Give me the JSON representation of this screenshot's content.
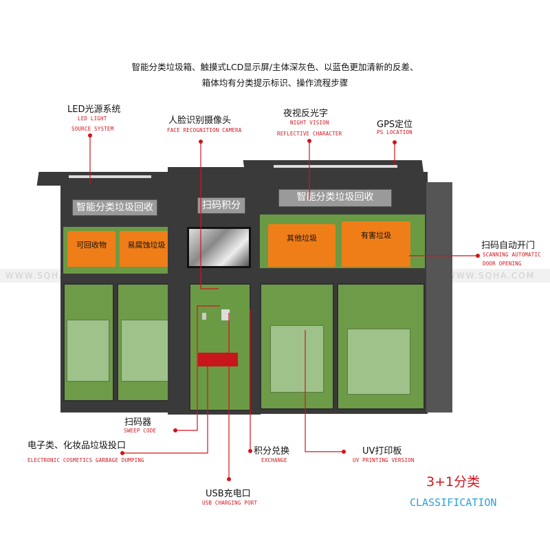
{
  "header": {
    "line1": "智能分类垃圾箱、触摸式LCD显示屏/主体深灰色、以蓝色更加清新的反差、",
    "line2": "箱体均有分类提示标识、操作流程步骤"
  },
  "cabinet": {
    "left_sign": "智能分类垃圾回收",
    "center_sign": "扫码积分",
    "right_sign": "智能分类垃圾回收",
    "bins": [
      "可回收物",
      "易腐蚀垃圾",
      "其他垃圾",
      "有害垃圾"
    ],
    "body_color": "#3a3a3a",
    "panel_color": "#6d9b48",
    "bin_color": "#f07e18"
  },
  "annotations": {
    "led": {
      "cn": "LED光源系统",
      "en1": "LED LIGHT",
      "en2": "SOURCE SYSTEM"
    },
    "face": {
      "cn": "人脸识别摄像头",
      "en": "FACE RECOGNITION CAMERA"
    },
    "night": {
      "cn": "夜视反光字",
      "en1": "NIGHT VISION",
      "en2": "REFLECTIVE CHARACTER"
    },
    "gps": {
      "cn": "GPS定位",
      "en": "PS LOCATION"
    },
    "scan_door": {
      "cn": "扫码自动开门",
      "en1": "SCANNING AUTOMATIC",
      "en2": "DOOR OPENING"
    },
    "sweep": {
      "cn": "扫码器",
      "en": "SWEEP CODE"
    },
    "electronic": {
      "cn": "电子类、化妆品垃圾投口",
      "en": "ELECTRONIC COSMETICS GARBAGE DUMPING"
    },
    "exchange": {
      "cn": "积分兑换",
      "en": "EXCHANGE"
    },
    "uv": {
      "cn": "UV打印板",
      "en": "UV PRINTING VERSION"
    },
    "usb": {
      "cn": "USB充电口",
      "en": "USB CHARGING PORT"
    }
  },
  "classification": {
    "cn": "3+1分类",
    "en": "CLASSIFICATION",
    "cn_color": "#d0141c",
    "en_color": "#29a3db"
  },
  "watermark": "WWW.SQHA.COM",
  "accent": "#d0141c"
}
